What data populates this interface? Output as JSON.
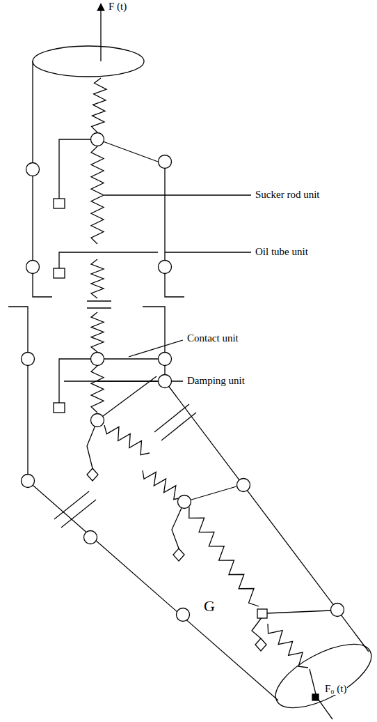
{
  "diagram": {
    "labels": [
      "F (t)",
      "Sucker rod unit",
      "Oil tube unit",
      "Contact unit",
      "Damping unit",
      "G",
      "F₀ (t)"
    ]
  }
}
